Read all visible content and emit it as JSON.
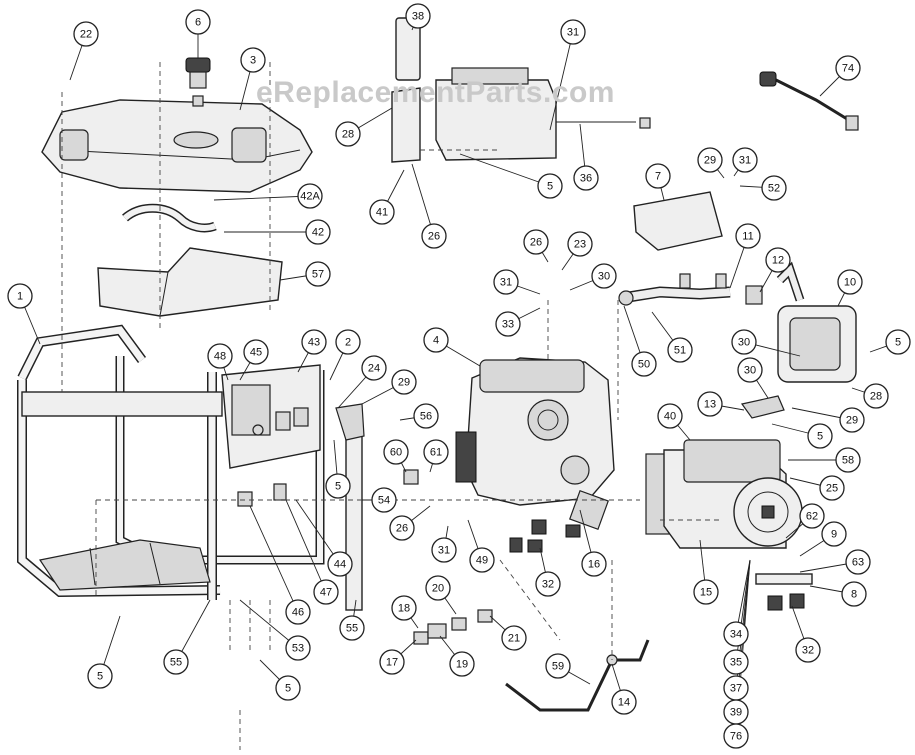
{
  "watermark": "eReplacementParts.com",
  "callouts": [
    "22",
    "6",
    "3",
    "38",
    "31",
    "74",
    "28",
    "5",
    "36",
    "42A",
    "42",
    "41",
    "26",
    "7",
    "29",
    "31",
    "52",
    "57",
    "26",
    "23",
    "30",
    "31",
    "33",
    "11",
    "12",
    "10",
    "5",
    "1",
    "48",
    "45",
    "43",
    "2",
    "4",
    "50",
    "51",
    "30",
    "24",
    "29",
    "56",
    "60",
    "61",
    "30",
    "28",
    "29",
    "13",
    "5",
    "40",
    "58",
    "25",
    "5",
    "26",
    "31",
    "49",
    "16",
    "32",
    "62",
    "9",
    "63",
    "8",
    "32",
    "54",
    "44",
    "47",
    "46",
    "53",
    "55",
    "15",
    "34",
    "35",
    "37",
    "39",
    "76",
    "20",
    "18",
    "21",
    "17",
    "19",
    "59",
    "14",
    "55",
    "5",
    "5"
  ],
  "colors": {
    "line": "#222222",
    "fill": "#efefef",
    "watermark": "#c9c9c9"
  }
}
